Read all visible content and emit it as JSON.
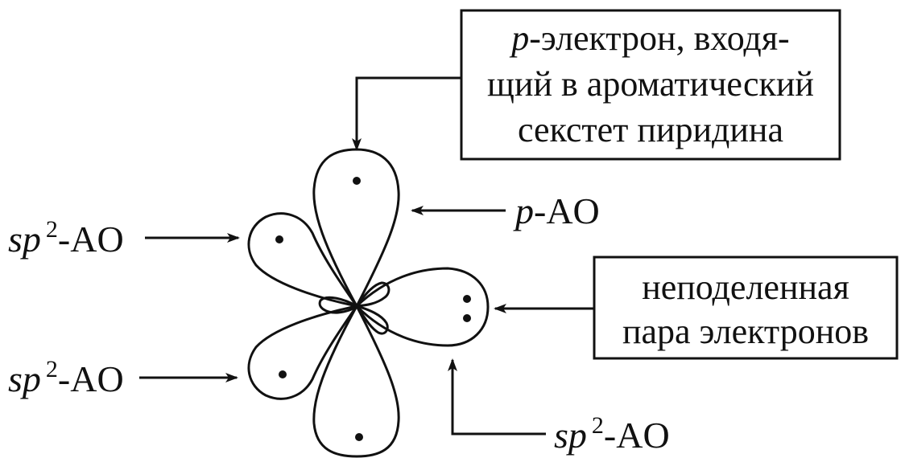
{
  "labels": {
    "p_electron_box": {
      "line1_italic": "p",
      "line1_rest": "-электрон, входя-",
      "line2": "щий в ароматический",
      "line3": "секстет пиридина"
    },
    "p_ao": {
      "italic": "p",
      "rest": "-AO"
    },
    "sp2_left_top": {
      "italic": "sp",
      "sup": "2",
      "rest": "-AO"
    },
    "sp2_left_bottom": {
      "italic": "sp",
      "sup": "2",
      "rest": "-AO"
    },
    "sp2_bottom_right": {
      "italic": "sp",
      "sup": "2",
      "rest": "-AO"
    },
    "lone_pair_box": {
      "line1": "неподеленная",
      "line2": "пара электронов"
    }
  },
  "colors": {
    "ink": "#111111",
    "background": "#ffffff"
  }
}
